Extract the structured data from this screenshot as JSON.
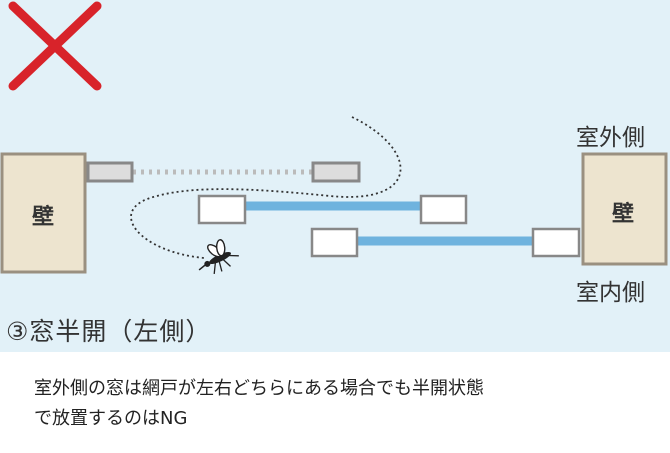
{
  "diagram": {
    "wall_left_label": "壁",
    "wall_right_label": "壁",
    "outdoor_label": "室外側",
    "indoor_label": "室内側",
    "title": "③窓半開（左側）"
  },
  "caption": {
    "line1": "室外側の窓は網戸が左右どちらにある場合でも半開状態",
    "line2": "で放置するのはNG"
  },
  "colors": {
    "background": "#e2f1f8",
    "wall_fill": "#ede4cf",
    "wall_border": "#9a9080",
    "rail_blue": "#6fb3de",
    "screen_gray": "#bbbbbb",
    "cross_red": "#d8232a"
  },
  "icons": {
    "cross": "cross-mark-icon",
    "insect": "mosquito-icon"
  }
}
